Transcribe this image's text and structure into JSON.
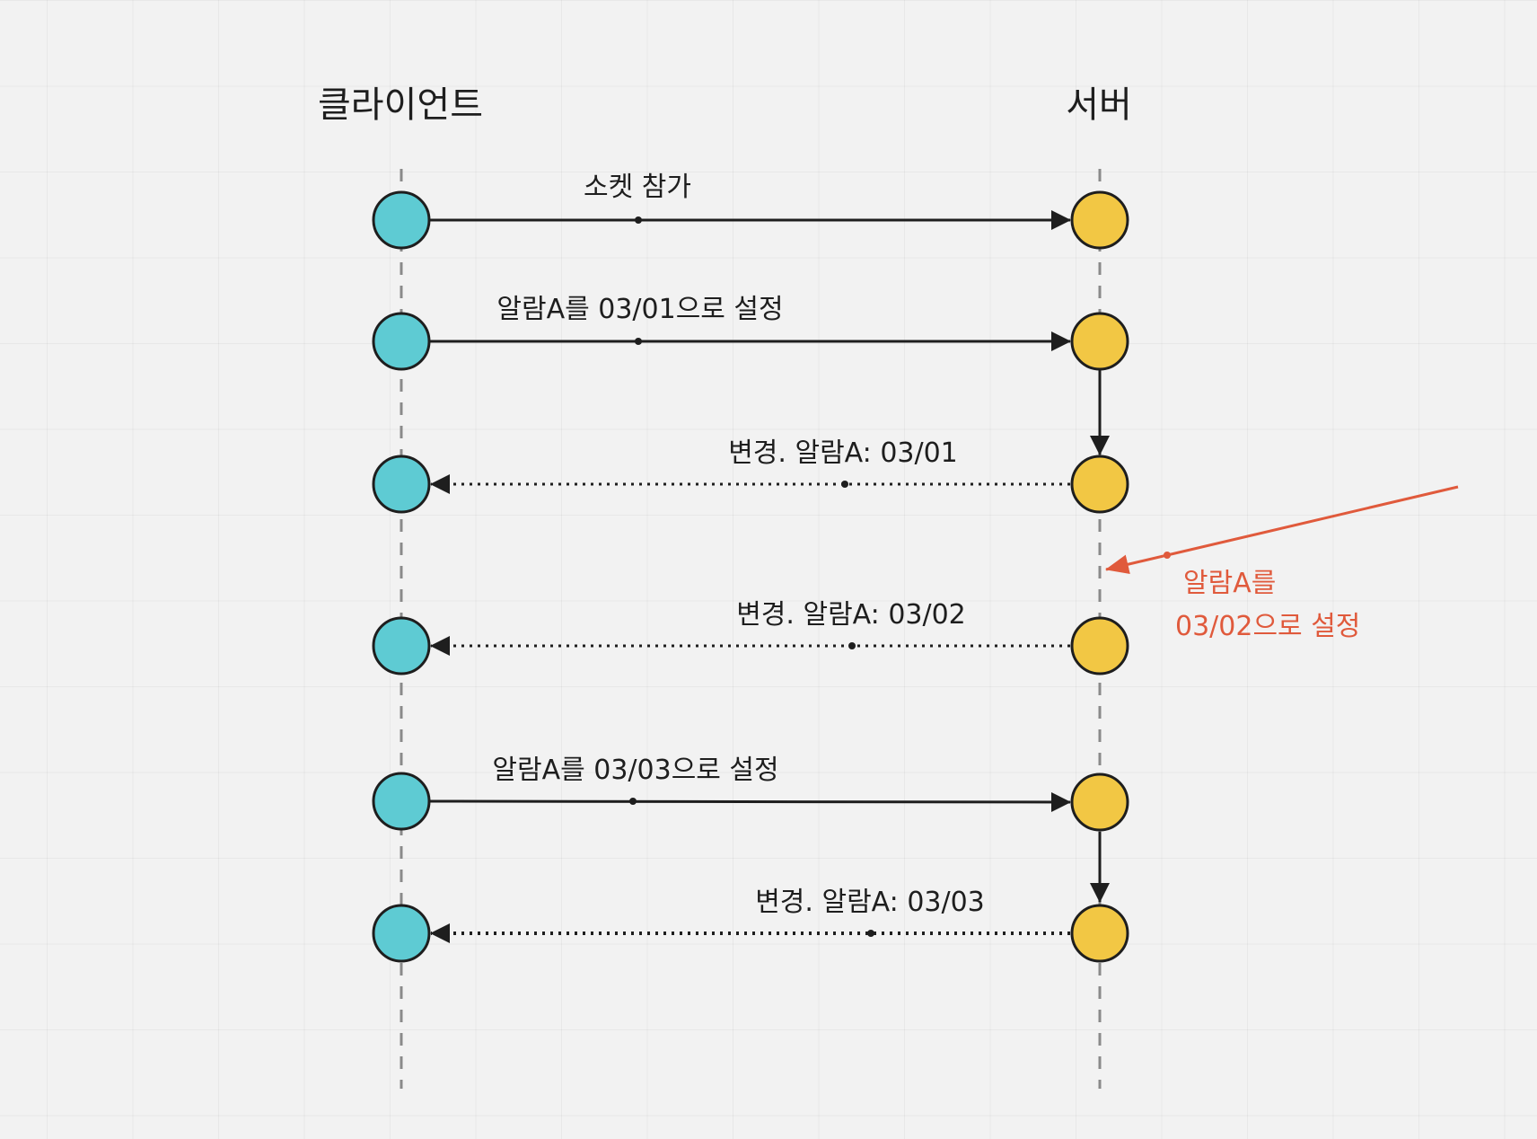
{
  "lifelines": {
    "client": {
      "title": "클라이언트",
      "color": "#5ecbd3"
    },
    "server": {
      "title": "서버",
      "color": "#f2c744"
    }
  },
  "messages": [
    {
      "label": "소켓 참가",
      "direction": "client-to-server",
      "style": "solid"
    },
    {
      "label": "알람A를 03/01으로 설정",
      "direction": "client-to-server",
      "style": "solid"
    },
    {
      "label": "변경. 알람A: 03/01",
      "direction": "server-to-client",
      "style": "dotted"
    },
    {
      "label": "변경. 알람A: 03/02",
      "direction": "server-to-client",
      "style": "dotted"
    },
    {
      "label": "알람A를 03/03으로 설정",
      "direction": "client-to-server",
      "style": "solid"
    },
    {
      "label": "변경. 알람A: 03/03",
      "direction": "server-to-client",
      "style": "dotted"
    }
  ],
  "external_note": {
    "line1": "알람A를",
    "line2": "03/02으로 설정",
    "color": "#e05a3c"
  },
  "colors": {
    "stroke": "#1e1e1e",
    "lifeline": "#8a8a8a",
    "background": "#f2f2f2"
  }
}
